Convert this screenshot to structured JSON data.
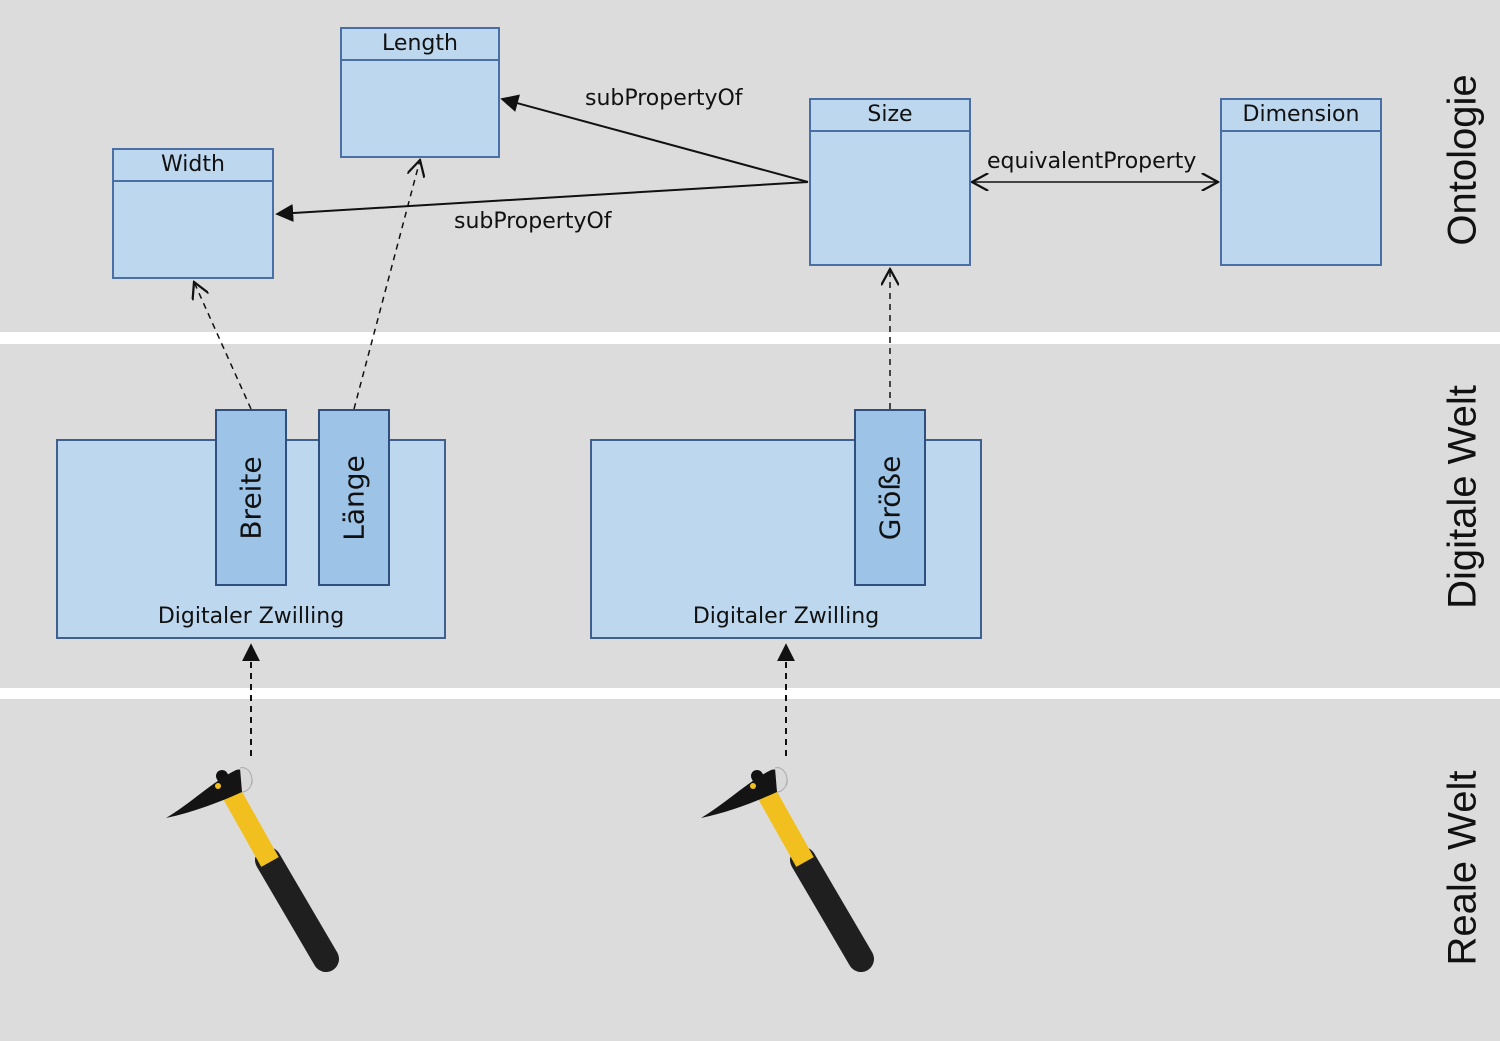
{
  "layers": {
    "ontology": "Ontologie",
    "digital": "Digitale Welt",
    "real": "Reale Welt"
  },
  "classes": {
    "length": "Length",
    "width": "Width",
    "size": "Size",
    "dimension": "Dimension"
  },
  "relations": {
    "length_sub": "subPropertyOf",
    "width_sub": "subPropertyOf",
    "equivalent": "equivalentProperty"
  },
  "twins": {
    "left": "Digitaler Zwilling",
    "right": "Digitaler Zwilling"
  },
  "properties": {
    "breite": "Breite",
    "laenge": "Länge",
    "groesse": "Größe"
  },
  "colors": {
    "background_band": "#dcdcdc",
    "separator": "#ffffff",
    "class_fill": "#bdd7ee",
    "property_fill": "#9dc3e6",
    "hammer_handle": "#f2c01e",
    "hammer_head": "#1a1a1a"
  }
}
